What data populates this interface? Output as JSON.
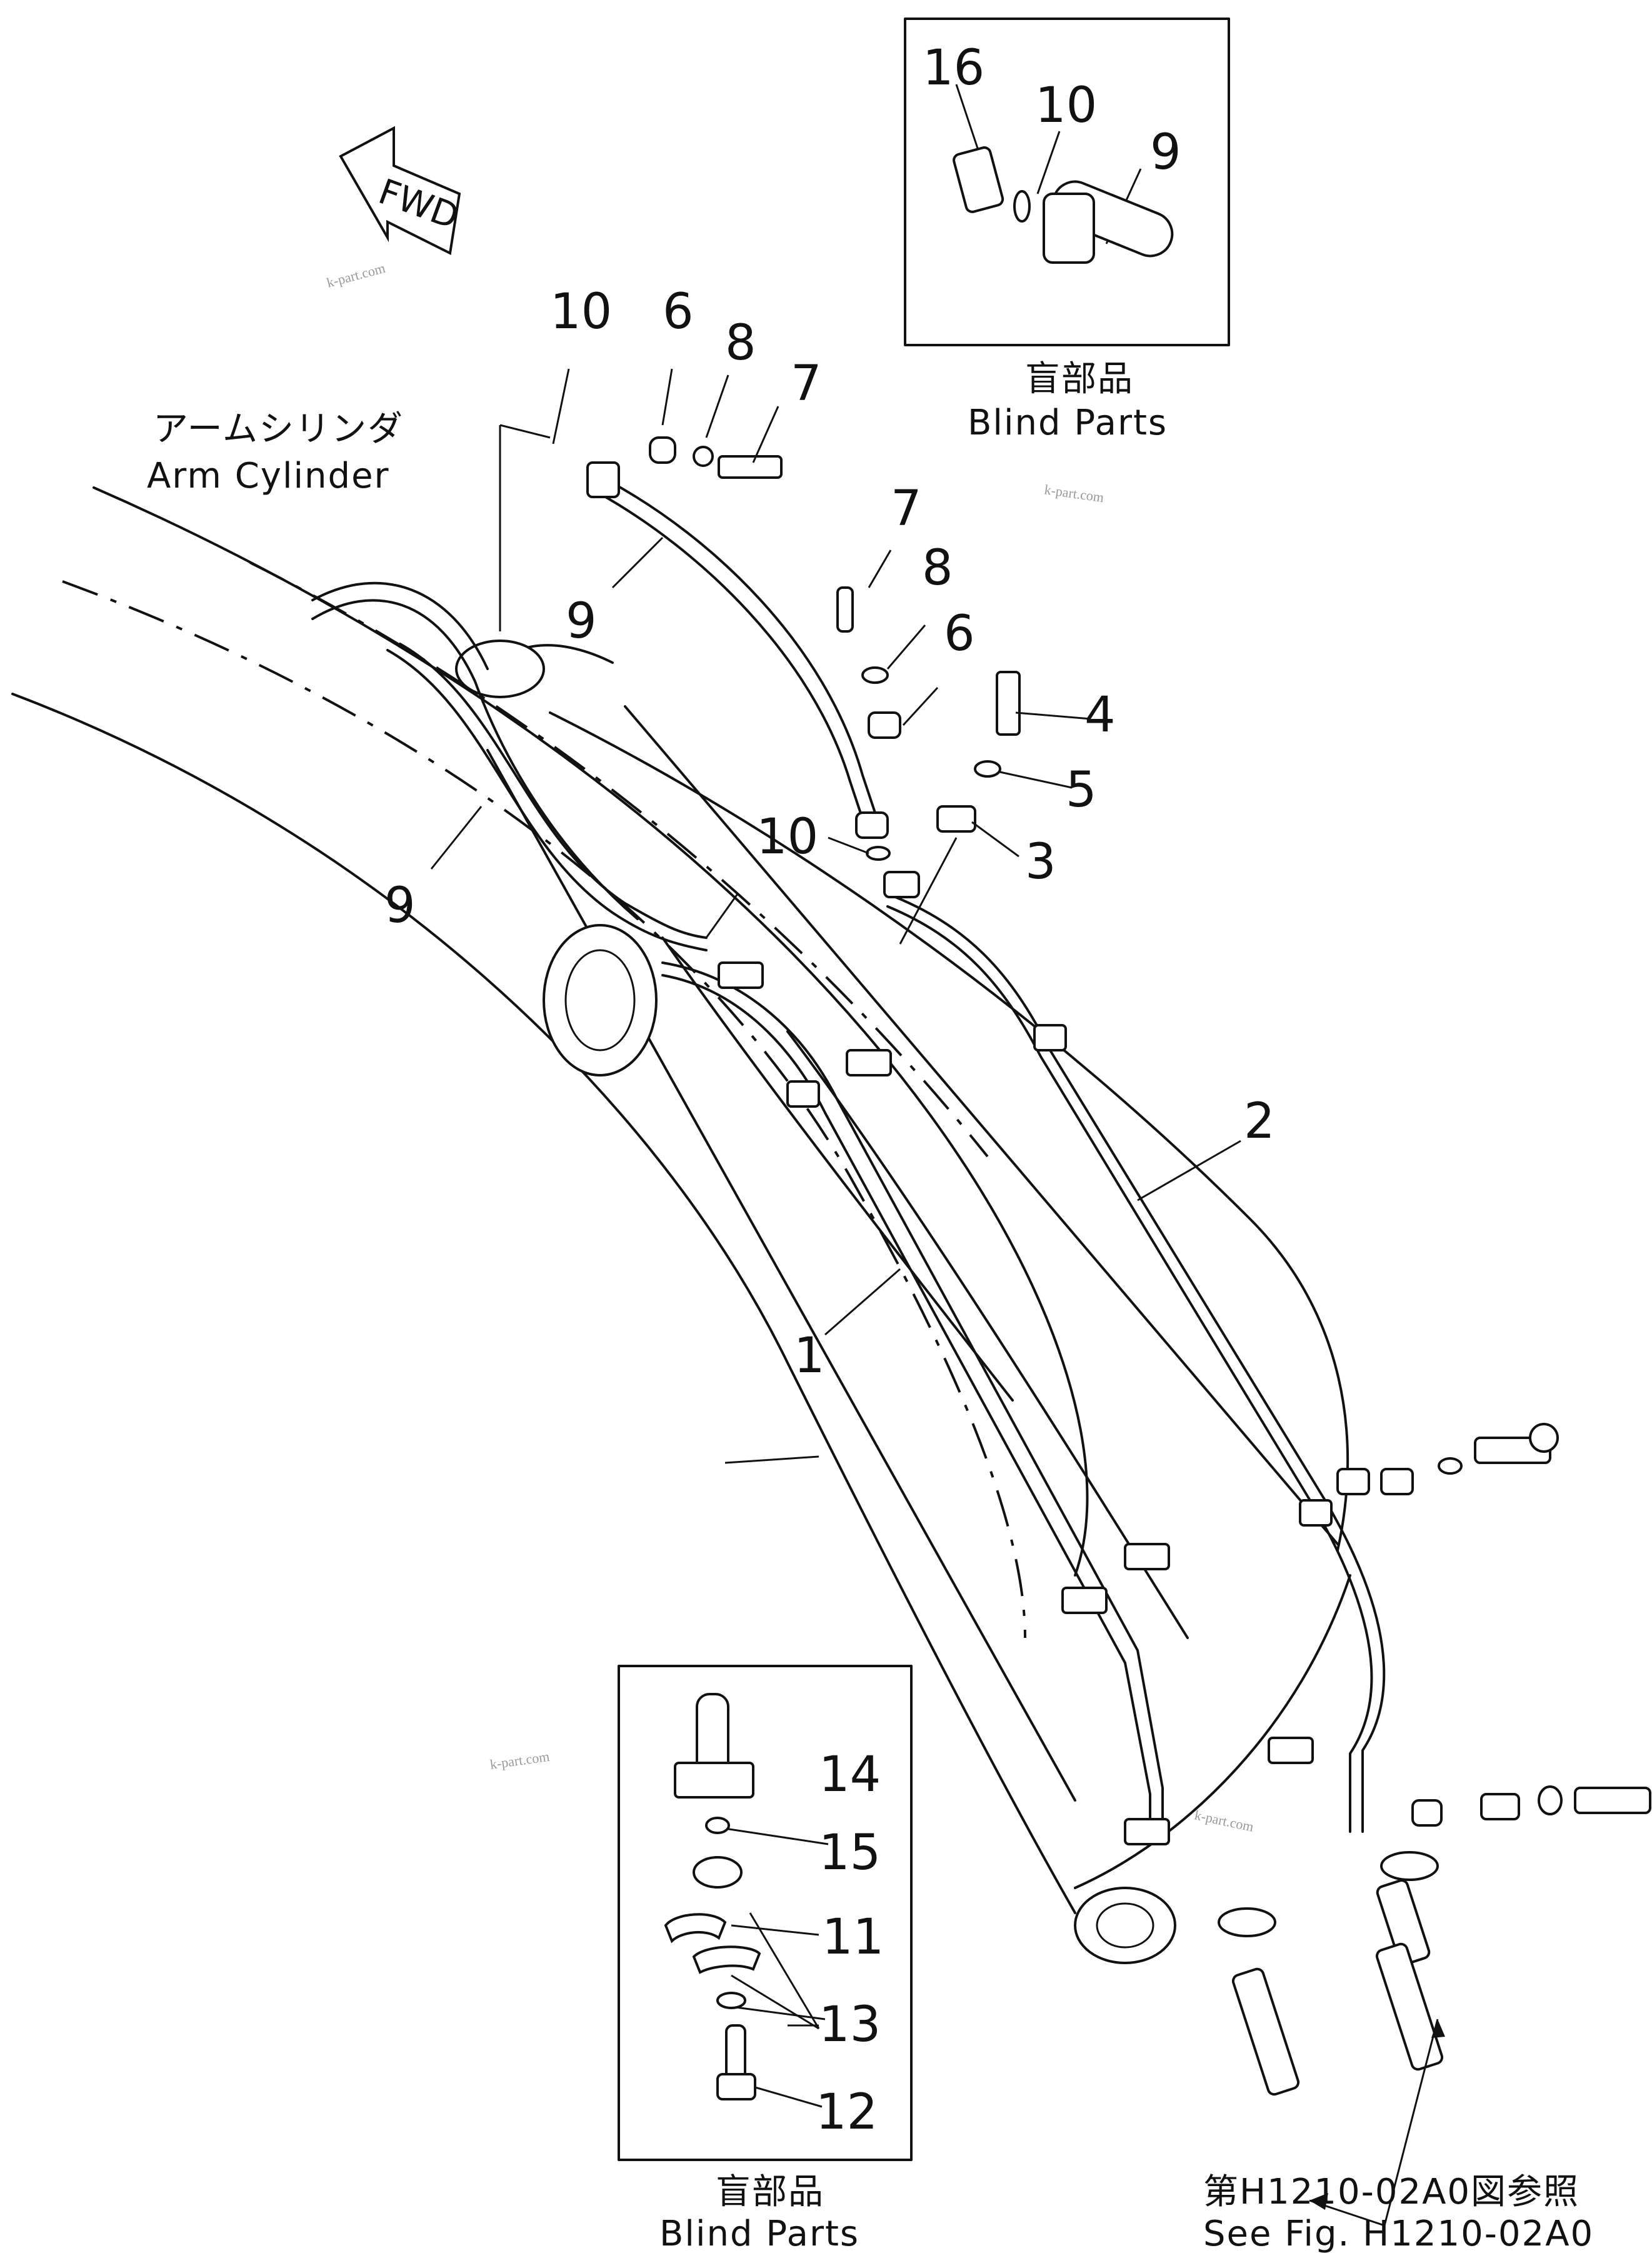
{
  "fwd_label": "FWD",
  "arm_cylinder": {
    "jp": "アームシリンダ",
    "en": "Arm Cylinder"
  },
  "blind_parts_top": {
    "jp": "盲部品",
    "en": "Blind Parts"
  },
  "blind_parts_bottom": {
    "jp": "盲部品",
    "en": "Blind Parts"
  },
  "see_fig": {
    "jp": "第H1210-02A0図参照",
    "en": "See Fig. H1210-02A0"
  },
  "watermarks": [
    "k-part.com",
    "k-part.com",
    "k-part.com",
    "k-part.com"
  ],
  "callouts": [
    "16",
    "10",
    "9",
    "10",
    "6",
    "8",
    "7",
    "9",
    "7",
    "8",
    "6",
    "4",
    "5",
    "10",
    "3",
    "9",
    "2",
    "1",
    "14",
    "15",
    "11",
    "13",
    "12"
  ]
}
